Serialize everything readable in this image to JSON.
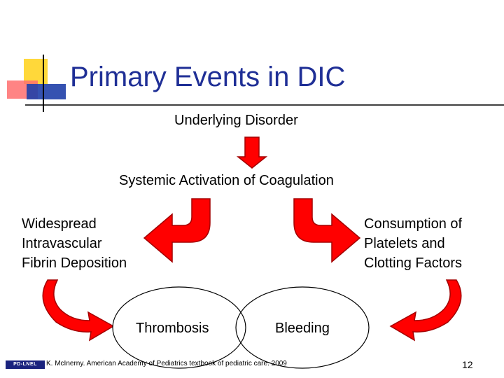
{
  "slide": {
    "title": "Primary Events in DIC",
    "nodes": {
      "underlying_disorder": "Underlying Disorder",
      "systemic_activation": "Systemic Activation of Coagulation",
      "fibrin_deposition": [
        "Widespread",
        "Intravascular",
        "Fibrin Deposition"
      ],
      "consumption": [
        "Consumption of",
        "Platelets and",
        "Clotting Factors"
      ],
      "thrombosis": "Thrombosis",
      "bleeding": "Bleeding"
    },
    "footer": {
      "reference": "K. McInerny. American Academy of Pediatrics textbook of pediatric care. 2009",
      "slide_number": "12",
      "logo_text": "PD-LNEL"
    }
  },
  "colors": {
    "title": "#1f2f96",
    "arrow_fill": "#ff0000",
    "arrow_outline": "#a30000",
    "decor_yellow": "#ffd83a",
    "decor_red": "#ff6f6f",
    "decor_blue": "#1f3fa8"
  },
  "icons": [
    "down-arrow-icon",
    "curved-arrow-left-icon",
    "curved-arrow-right-icon",
    "curved-arrow-icon",
    "logo-icon"
  ]
}
